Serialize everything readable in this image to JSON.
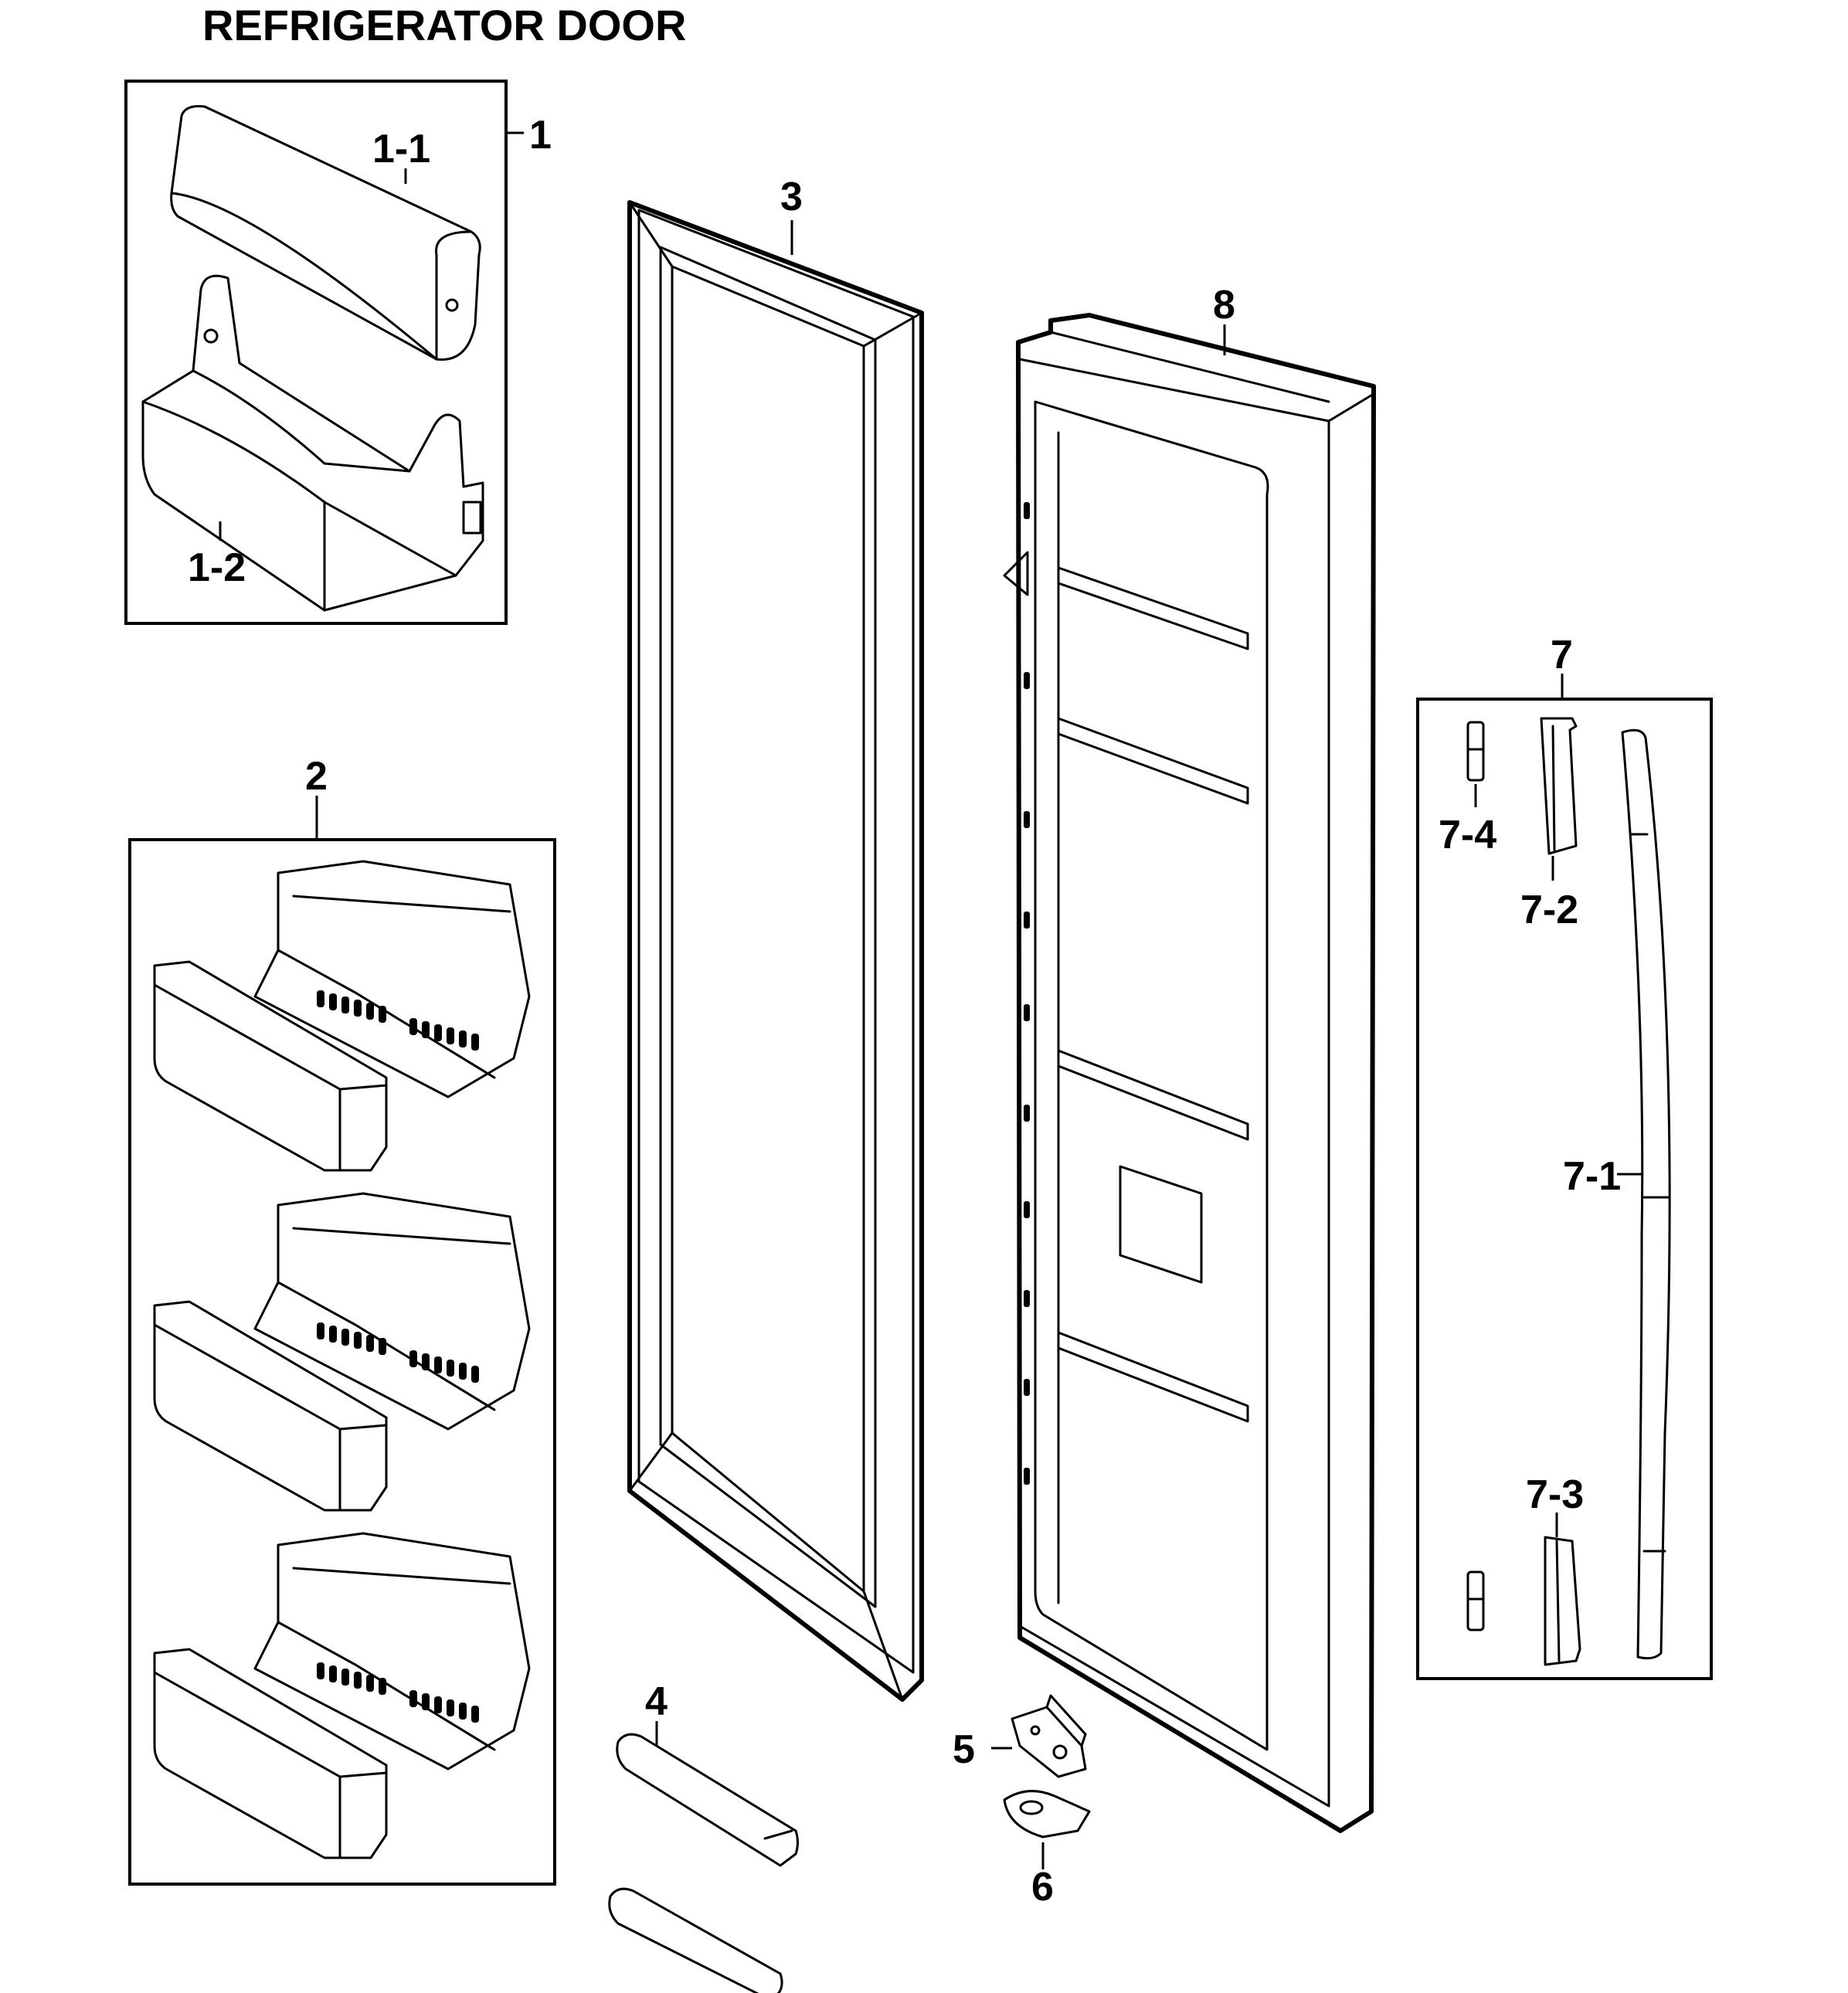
{
  "title": "REFRIGERATOR DOOR",
  "callouts": {
    "c1": "1",
    "c1_1": "1-1",
    "c1_2": "1-2",
    "c2": "2",
    "c3": "3",
    "c4": "4",
    "c5": "5",
    "c6": "6",
    "c7": "7",
    "c7_1": "7-1",
    "c7_2": "7-2",
    "c7_3": "7-3",
    "c7_4": "7-4",
    "c8": "8"
  },
  "colors": {
    "line": "#000000",
    "background": "#ffffff"
  }
}
